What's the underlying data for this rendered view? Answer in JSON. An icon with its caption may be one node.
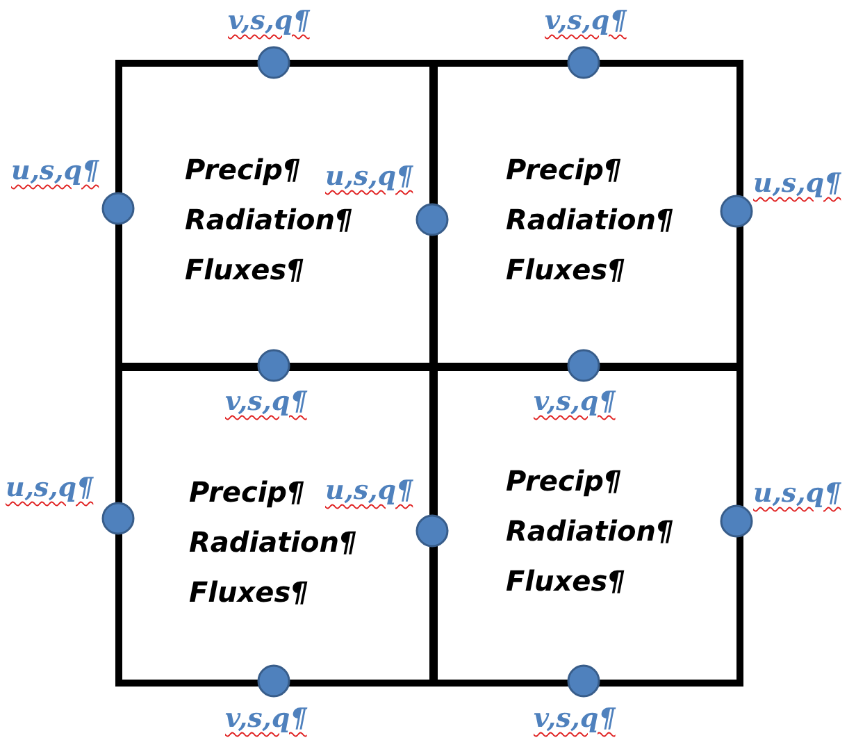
{
  "diagram": {
    "nodes": [
      {
        "text": [
          "Precip¶",
          "Radiation¶",
          "Fluxes¶"
        ]
      },
      {
        "text": [
          "Precip¶",
          "Radiation¶",
          "Fluxes¶"
        ]
      },
      {
        "text": [
          "Precip¶",
          "Radiation¶",
          "Fluxes¶"
        ]
      },
      {
        "text": [
          "Precip¶",
          "Radiation¶",
          "Fluxes¶"
        ]
      }
    ],
    "edges": [],
    "labels": [
      "v,s,q¶",
      "v,s,q¶",
      "u,s,q¶",
      "u,s,q¶",
      "u,s,q¶",
      "v,s,q¶",
      "v,s,q¶",
      "u,s,q¶",
      "u,s,q¶",
      "u,s,q¶",
      "v,s,q¶",
      "v,s,q¶"
    ]
  }
}
